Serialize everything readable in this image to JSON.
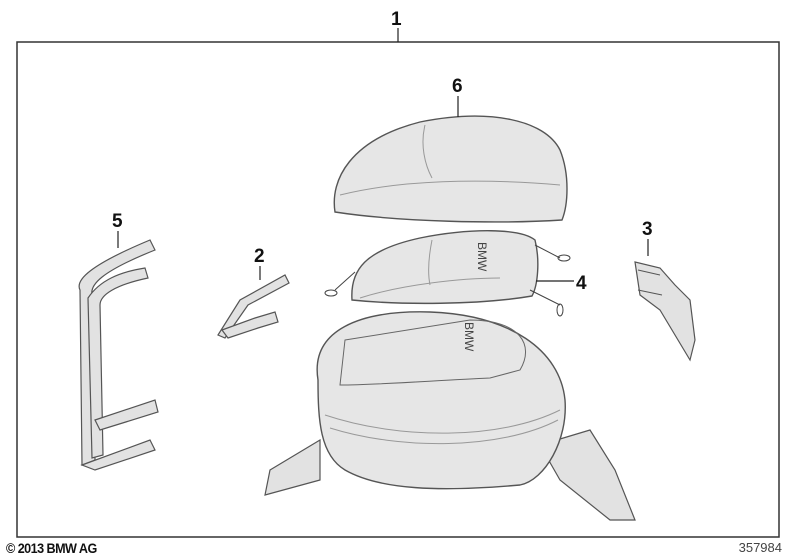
{
  "diagram": {
    "callouts": [
      "1",
      "2",
      "3",
      "4",
      "5",
      "6"
    ],
    "logo_text": "BMW",
    "fill_color": "#e6e6e6"
  },
  "footer": {
    "copyright": "© 2013 BMW AG",
    "image_number": "357984"
  }
}
